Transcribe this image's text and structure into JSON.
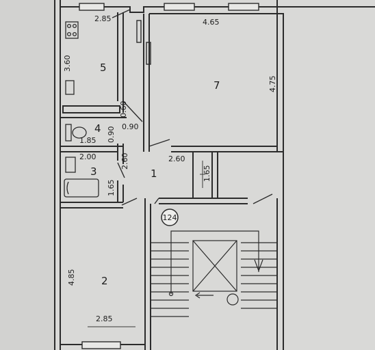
{
  "apartment_number": "124",
  "rooms": [
    {
      "number": "1"
    },
    {
      "number": "2"
    },
    {
      "number": "3"
    },
    {
      "number": "4"
    },
    {
      "number": "5"
    },
    {
      "number": "7"
    }
  ],
  "dimensions": {
    "top_hall": "2.85",
    "room7_width": "4.65",
    "room7_height": "4.75",
    "room5_height": "3.60",
    "room4_a": "0.60",
    "room4_b": "0.90",
    "room4_c": "0.90",
    "room4_width": "1.85",
    "room3_width": "2.00",
    "room3_height": "1.65",
    "hall_vertical": "2.60",
    "hall_horizontal": "2.60",
    "closet_height": "1.65",
    "room2_height": "4.85",
    "room2_width": "2.85"
  },
  "colors": {
    "paper": "#d9d9d7",
    "ink": "#2a2a2a"
  }
}
